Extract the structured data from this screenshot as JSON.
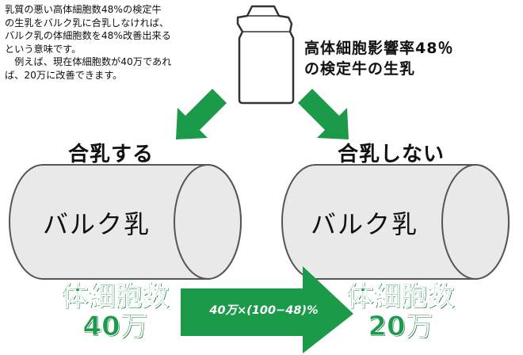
{
  "explanation": "乳質の悪い高体細胞数48%の検定牛\nの生乳をバルク乳に合乳しなければ、\nバルク乳の体細胞数を48%改善出来る\nという意味です。\n　例えば、現在体細胞数が40万であれ\nば、20万に改善できます。",
  "milk_carton_label": "高体細胞影響率48％\nの検定牛の生乳",
  "left": {
    "heading": "合乳する",
    "drum_label": "バルク乳",
    "count_label": "体細胞数",
    "count_value": "40万"
  },
  "right": {
    "heading": "合乳しない",
    "drum_label": "バルク乳",
    "count_label": "体細胞数",
    "count_value": "20万"
  },
  "formula": "40万×(100−48)%",
  "colors": {
    "green": "#1b9a4a",
    "drum_fill": "#e9e9e9",
    "drum_stroke": "#555555"
  }
}
